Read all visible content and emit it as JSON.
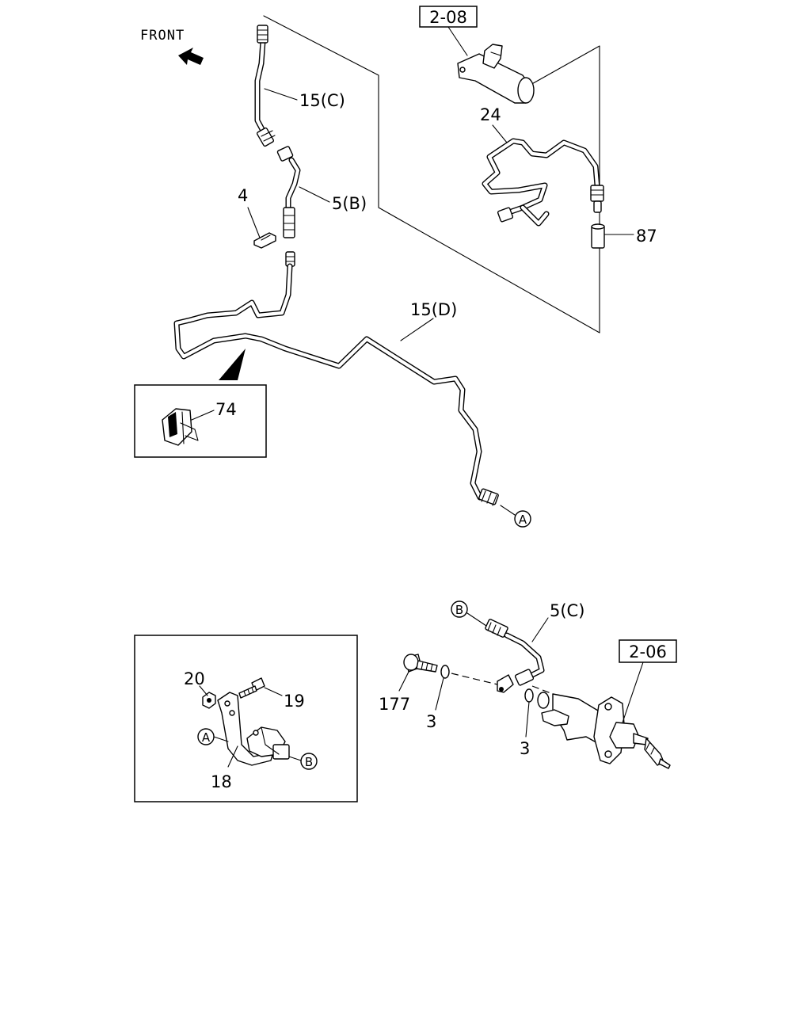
{
  "direction": {
    "label": "FRONT",
    "icon": "front-arrow-icon"
  },
  "references": {
    "upper": "2-08",
    "lower": "2-06"
  },
  "labels": {
    "pipe_15c": "15(C)",
    "hose_5b": "5(B)",
    "clip_4": "4",
    "pipe_24": "24",
    "part_87": "87",
    "pipe_15d": "15(D)",
    "clip_74": "74",
    "hose_5c": "5(C)",
    "bolt_177": "177",
    "washer_3a": "3",
    "washer_3b": "3",
    "nut_20": "20",
    "bolt_19": "19",
    "bracket_18": "18"
  },
  "markers": {
    "a_end_pipe": "A",
    "b_hose_end": "B",
    "a_bracket": "A",
    "b_bracket": "B"
  }
}
